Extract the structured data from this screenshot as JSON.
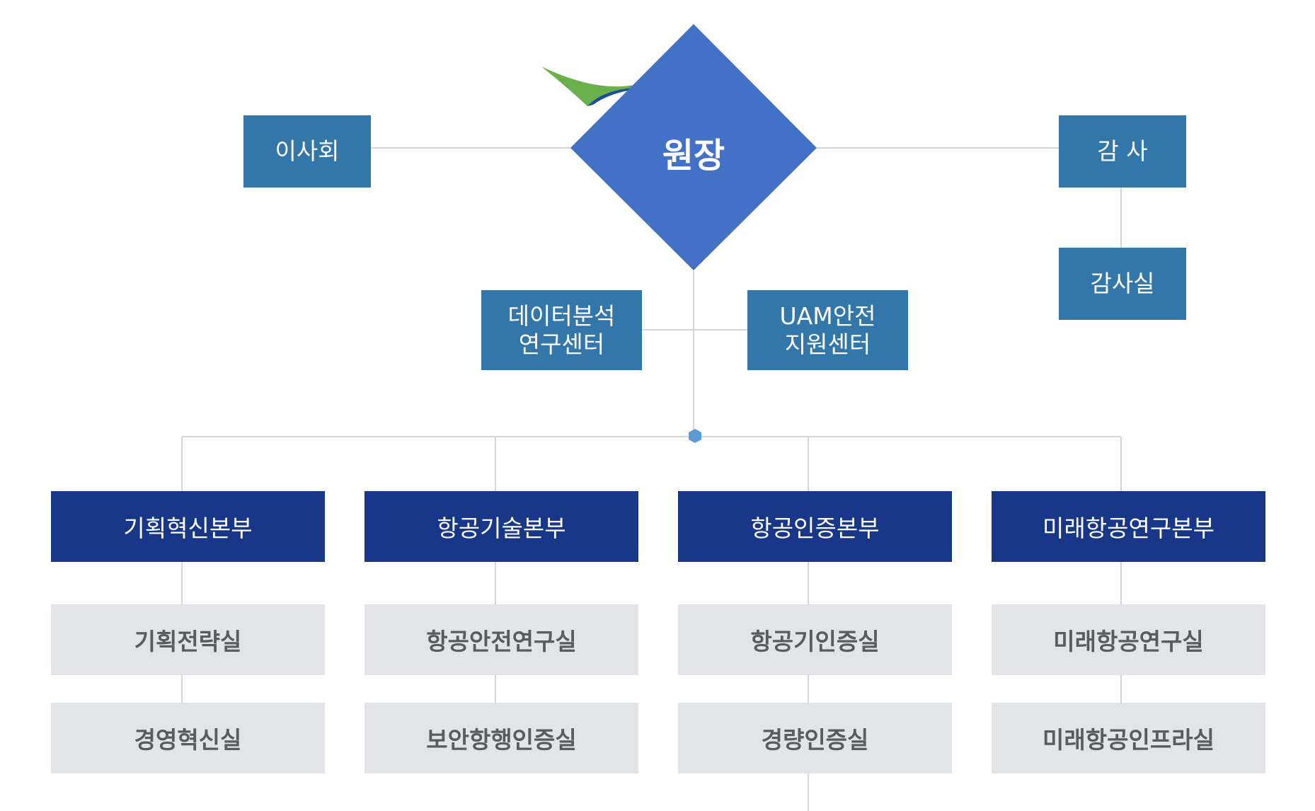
{
  "top": {
    "chief": "원장",
    "board": "이사회",
    "auditor": "감 사",
    "audit_office": "감사실"
  },
  "centers": {
    "data": [
      "데이터분석",
      "연구센터"
    ],
    "uam": [
      "UAM안전",
      "지원센터"
    ]
  },
  "divisions": [
    {
      "name": "기획혁신본부",
      "offices": [
        "기획전략실",
        "경영혁신실"
      ]
    },
    {
      "name": "항공기술본부",
      "offices": [
        "항공안전연구실",
        "보안항행인증실"
      ]
    },
    {
      "name": "항공인증본부",
      "offices": [
        "항공기인증실",
        "경량인증실"
      ]
    },
    {
      "name": "미래항공연구본부",
      "offices": [
        "미래항공연구실",
        "미래항공인프라실"
      ]
    }
  ],
  "colors": {
    "diamond": "#4371c6",
    "teal": "#3276aa",
    "navy": "#183789",
    "gray": "#e3e4e8",
    "line": "#d5d6d9",
    "node": "#5b9bd2",
    "logo_green": "#6ab04c",
    "logo_blue": "#1f4c99"
  }
}
